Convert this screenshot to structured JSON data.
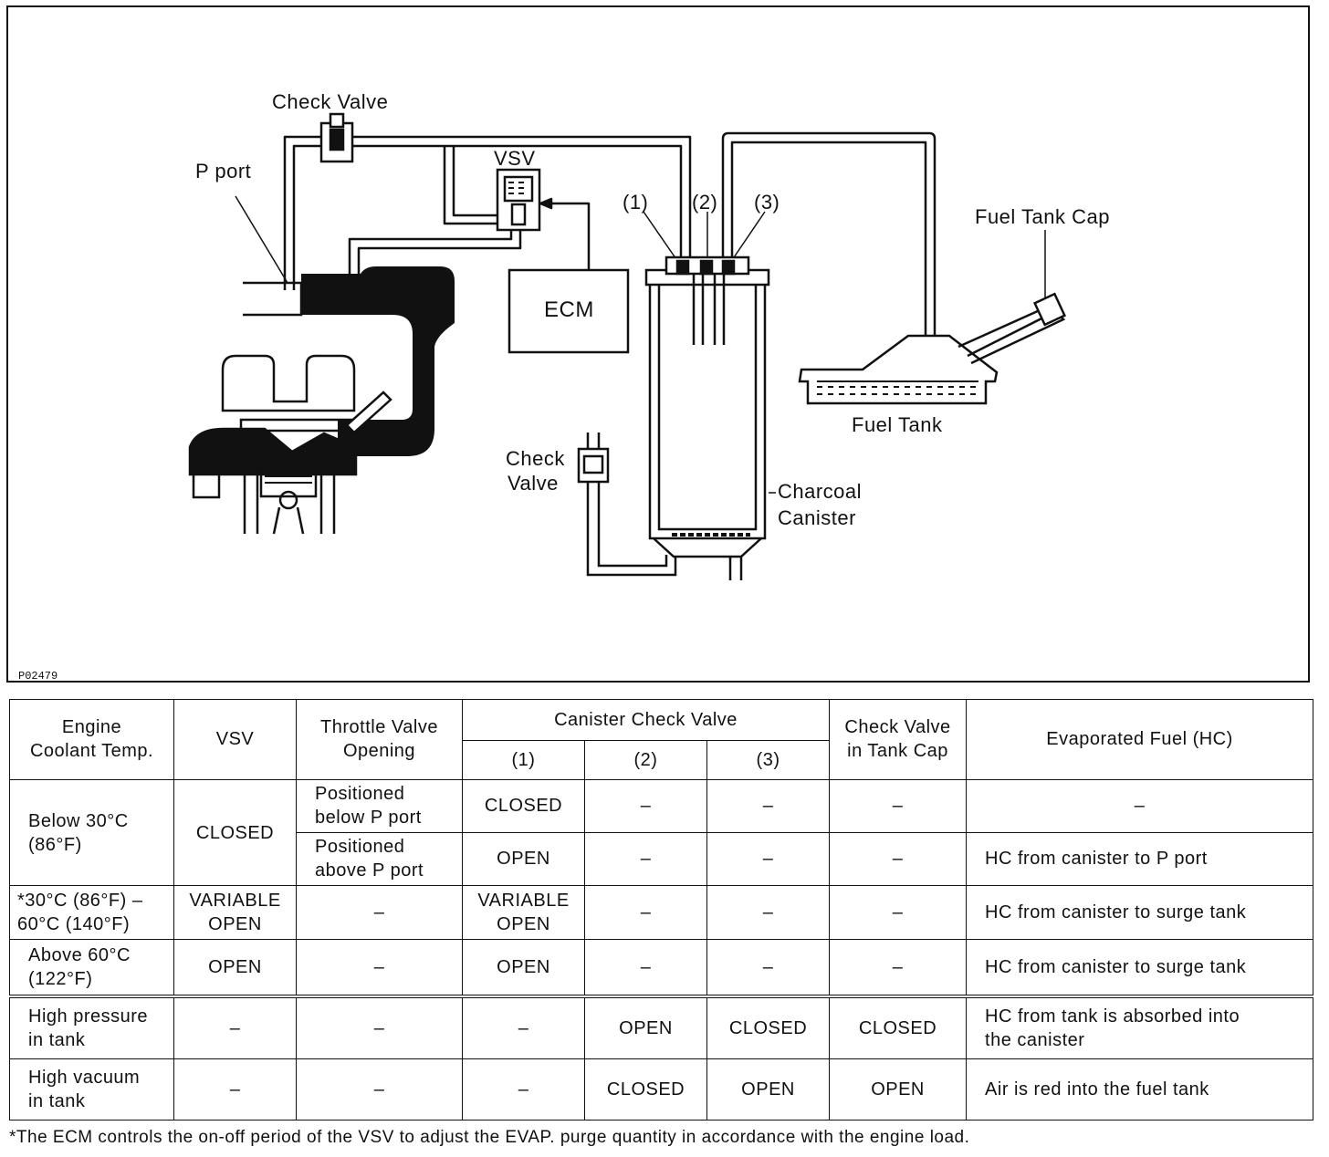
{
  "diagram": {
    "figure_id": "P02479",
    "labels": {
      "check_valve_top": "Check Valve",
      "p_port": "P port",
      "vsv": "VSV",
      "ecm": "ECM",
      "port_1": "(1)",
      "port_2": "(2)",
      "port_3": "(3)",
      "fuel_tank_cap": "Fuel Tank Cap",
      "fuel_tank": "Fuel Tank",
      "check_valve_lower_1": "Check",
      "check_valve_lower_2": "Valve",
      "charcoal_canister_1": "Charcoal",
      "charcoal_canister_2": "Canister"
    }
  },
  "table": {
    "headers": {
      "coolant_1": "Engine",
      "coolant_2": "Coolant Temp.",
      "vsv": "VSV",
      "throttle_1": "Throttle Valve",
      "throttle_2": "Opening",
      "canister": "Canister Check Valve",
      "c1": "(1)",
      "c2": "(2)",
      "c3": "(3)",
      "tankcap_1": "Check Valve",
      "tankcap_2": "in Tank Cap",
      "hc": "Evaporated Fuel (HC)"
    },
    "row1": {
      "temp_1": "Below 30°C",
      "temp_2": "(86°F)",
      "vsv": "CLOSED",
      "a": {
        "throttle_1": "Positioned",
        "throttle_2": "below P port",
        "c1": "CLOSED",
        "c2": "–",
        "c3": "–",
        "cap": "–",
        "hc": "–"
      },
      "b": {
        "throttle_1": "Positioned",
        "throttle_2": "above P port",
        "c1": "OPEN",
        "c2": "–",
        "c3": "–",
        "cap": "–",
        "hc": "HC from canister to P port"
      }
    },
    "row2": {
      "temp_1": "*30°C (86°F) –",
      "temp_2": "60°C (140°F)",
      "vsv_1": "VARIABLE",
      "vsv_2": "OPEN",
      "throttle": "–",
      "c1_1": "VARIABLE",
      "c1_2": "OPEN",
      "c2": "–",
      "c3": "–",
      "cap": "–",
      "hc": "HC from canister to surge tank"
    },
    "row3": {
      "temp_1": "Above 60°C",
      "temp_2": "(122°F)",
      "vsv": "OPEN",
      "throttle": "–",
      "c1": "OPEN",
      "c2": "–",
      "c3": "–",
      "cap": "–",
      "hc": "HC from canister to surge tank"
    },
    "row4": {
      "temp_1": "High pressure",
      "temp_2": "in tank",
      "vsv": "–",
      "throttle": "–",
      "c1": "–",
      "c2": "OPEN",
      "c3": "CLOSED",
      "cap": "CLOSED",
      "hc_1": "HC from tank is absorbed into",
      "hc_2": "the canister"
    },
    "row5": {
      "temp_1": "High vacuum",
      "temp_2": "in tank",
      "vsv": "–",
      "throttle": "–",
      "c1": "–",
      "c2": "CLOSED",
      "c3": "OPEN",
      "cap": "OPEN",
      "hc": "Air is red into the fuel tank"
    }
  },
  "footnote": "*The ECM controls the on-off period of the VSV to adjust the EVAP. purge quantity in accordance with the engine load."
}
